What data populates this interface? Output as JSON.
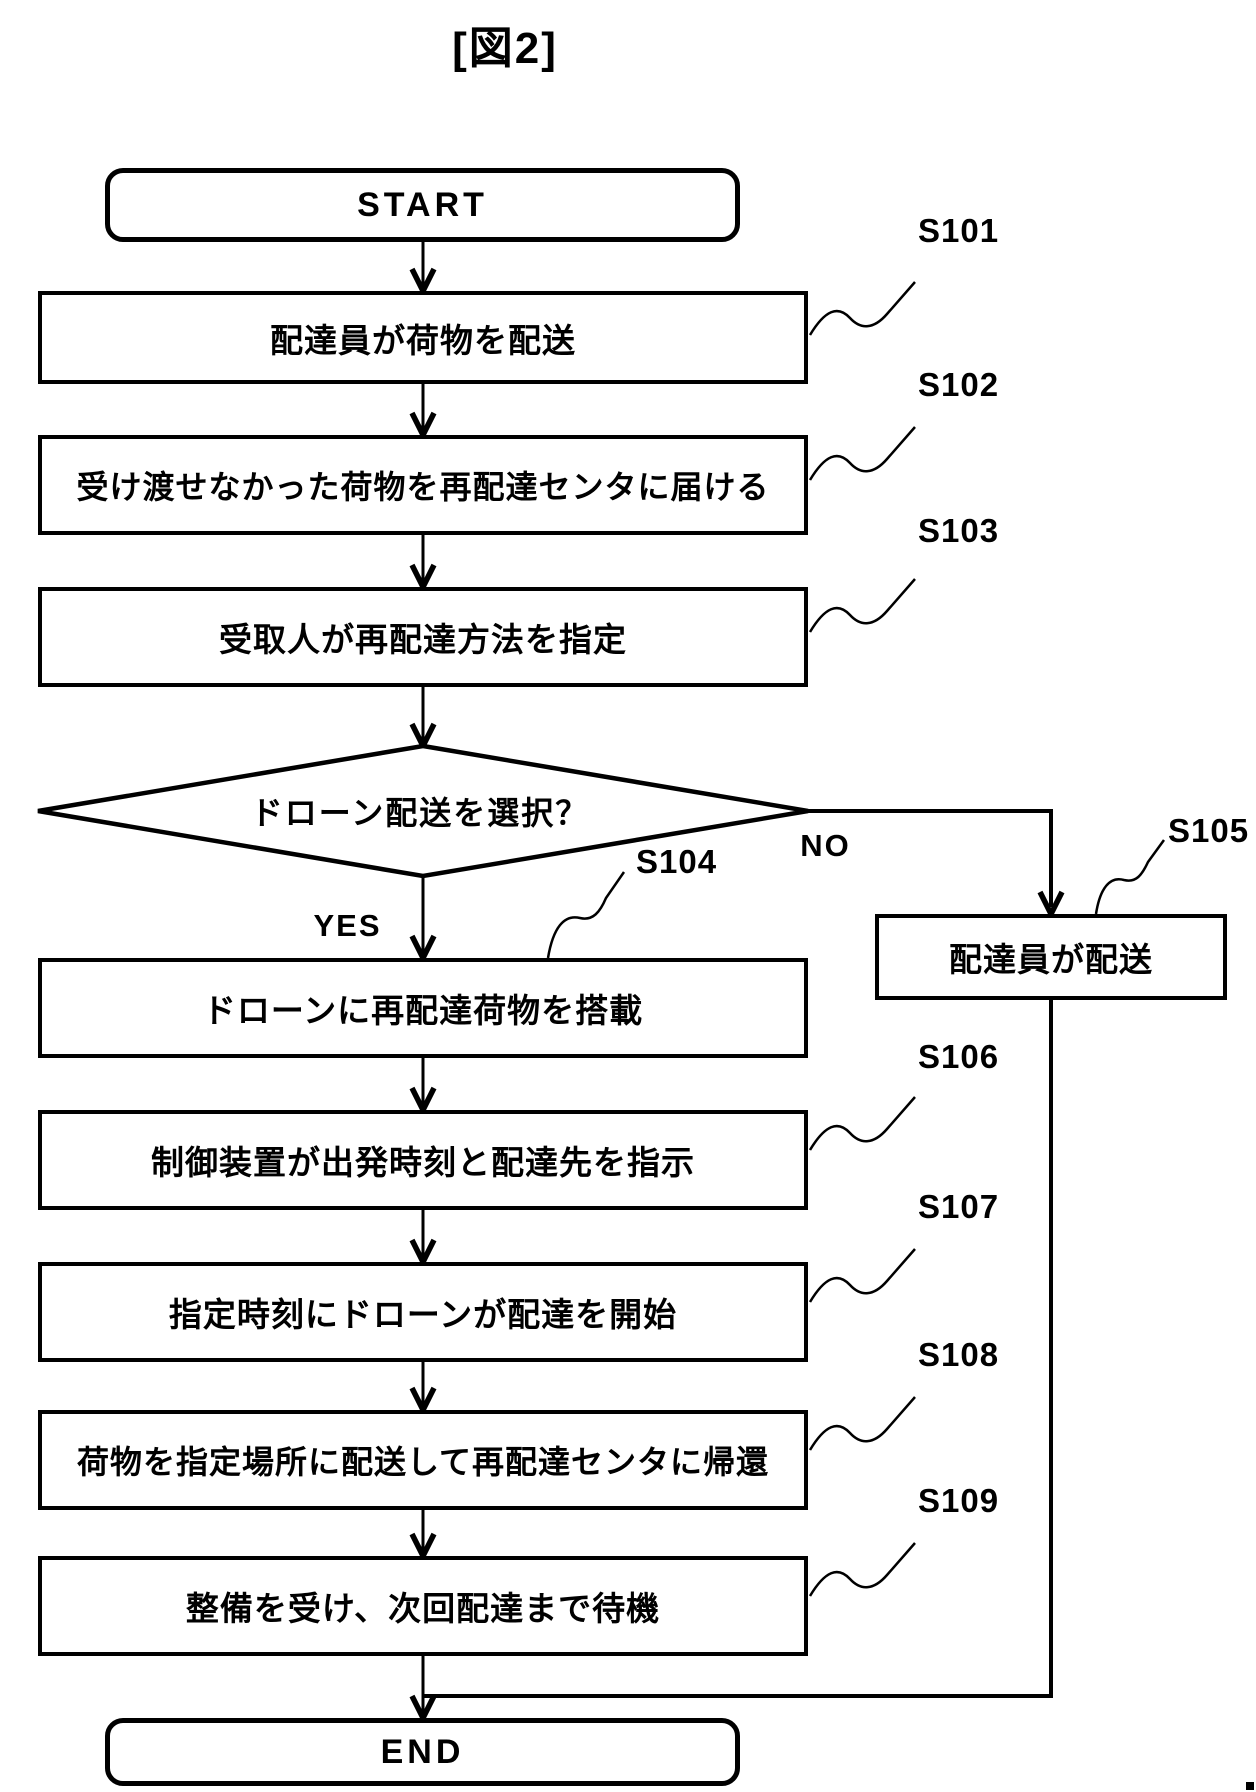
{
  "figure": {
    "title": "[図2]",
    "page_mark": ""
  },
  "terminals": {
    "start": "START",
    "end": "END"
  },
  "decision": {
    "question": "ドローン配送を選択？",
    "yes_label": "YES",
    "no_label": "NO"
  },
  "steps": [
    {
      "id": "S101",
      "text": "配達員が荷物を配送"
    },
    {
      "id": "S102",
      "text": "受け渡せなかった荷物を再配達センタに届ける"
    },
    {
      "id": "S103",
      "text": "受取人が再配達方法を指定"
    },
    {
      "id": "S104",
      "text": "ドローンに再配達荷物を搭載"
    },
    {
      "id": "S105",
      "text": "配達員が配送"
    },
    {
      "id": "S106",
      "text": "制御装置が出発時刻と配達先を指示"
    },
    {
      "id": "S107",
      "text": "指定時刻にドローンが配達を開始"
    },
    {
      "id": "S108",
      "text": "荷物を指定場所に配送して再配達センタに帰還"
    },
    {
      "id": "S109",
      "text": "整備を受け、次回配達まで待機"
    }
  ],
  "colors": {
    "ink": "#000000",
    "background": "#ffffff"
  }
}
